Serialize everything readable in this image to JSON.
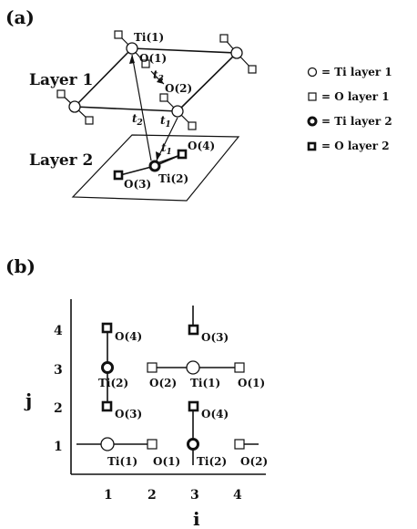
{
  "panel_a": {
    "label": "(a)",
    "layer1": "Layer 1",
    "layer2": "Layer 2",
    "atoms": {
      "ti1": "Ti(1)",
      "o1": "O(1)",
      "o2": "O(2)",
      "o3": "O(3)",
      "o4": "O(4)",
      "ti2": "Ti(2)"
    },
    "hops": {
      "t1": "t",
      "t1_sub": "1",
      "t2": "t",
      "t2_sub": "2",
      "t3": "t",
      "t3_sub": "3",
      "t1b": "t",
      "t1b_sub": "1"
    },
    "legend": [
      {
        "symbol": "ti-layer1",
        "text": "= Ti layer 1"
      },
      {
        "symbol": "o-layer1",
        "text": "= O layer 1"
      },
      {
        "symbol": "ti-layer2",
        "text": "= Ti layer 2"
      },
      {
        "symbol": "o-layer2",
        "text": "= O layer 2"
      }
    ]
  },
  "panel_b": {
    "label": "(b)",
    "y_axis_label": "j",
    "x_axis_label": "i",
    "x_ticks": [
      "1",
      "2",
      "3",
      "4"
    ],
    "y_ticks": [
      "1",
      "2",
      "3",
      "4"
    ],
    "site_labels": {
      "r4_o4": "O(4)",
      "r4_o3": "O(3)",
      "r3_ti2": "Ti(2)",
      "r3_o2": "O(2)",
      "r3_ti1": "Ti(1)",
      "r3_o1": "O(1)",
      "r2_o3": "O(3)",
      "r2_o4": "O(4)",
      "r1_ti1": "Ti(1)",
      "r1_o1": "O(1)",
      "r1_ti2": "Ti(2)",
      "r1_o2": "O(2)"
    }
  }
}
